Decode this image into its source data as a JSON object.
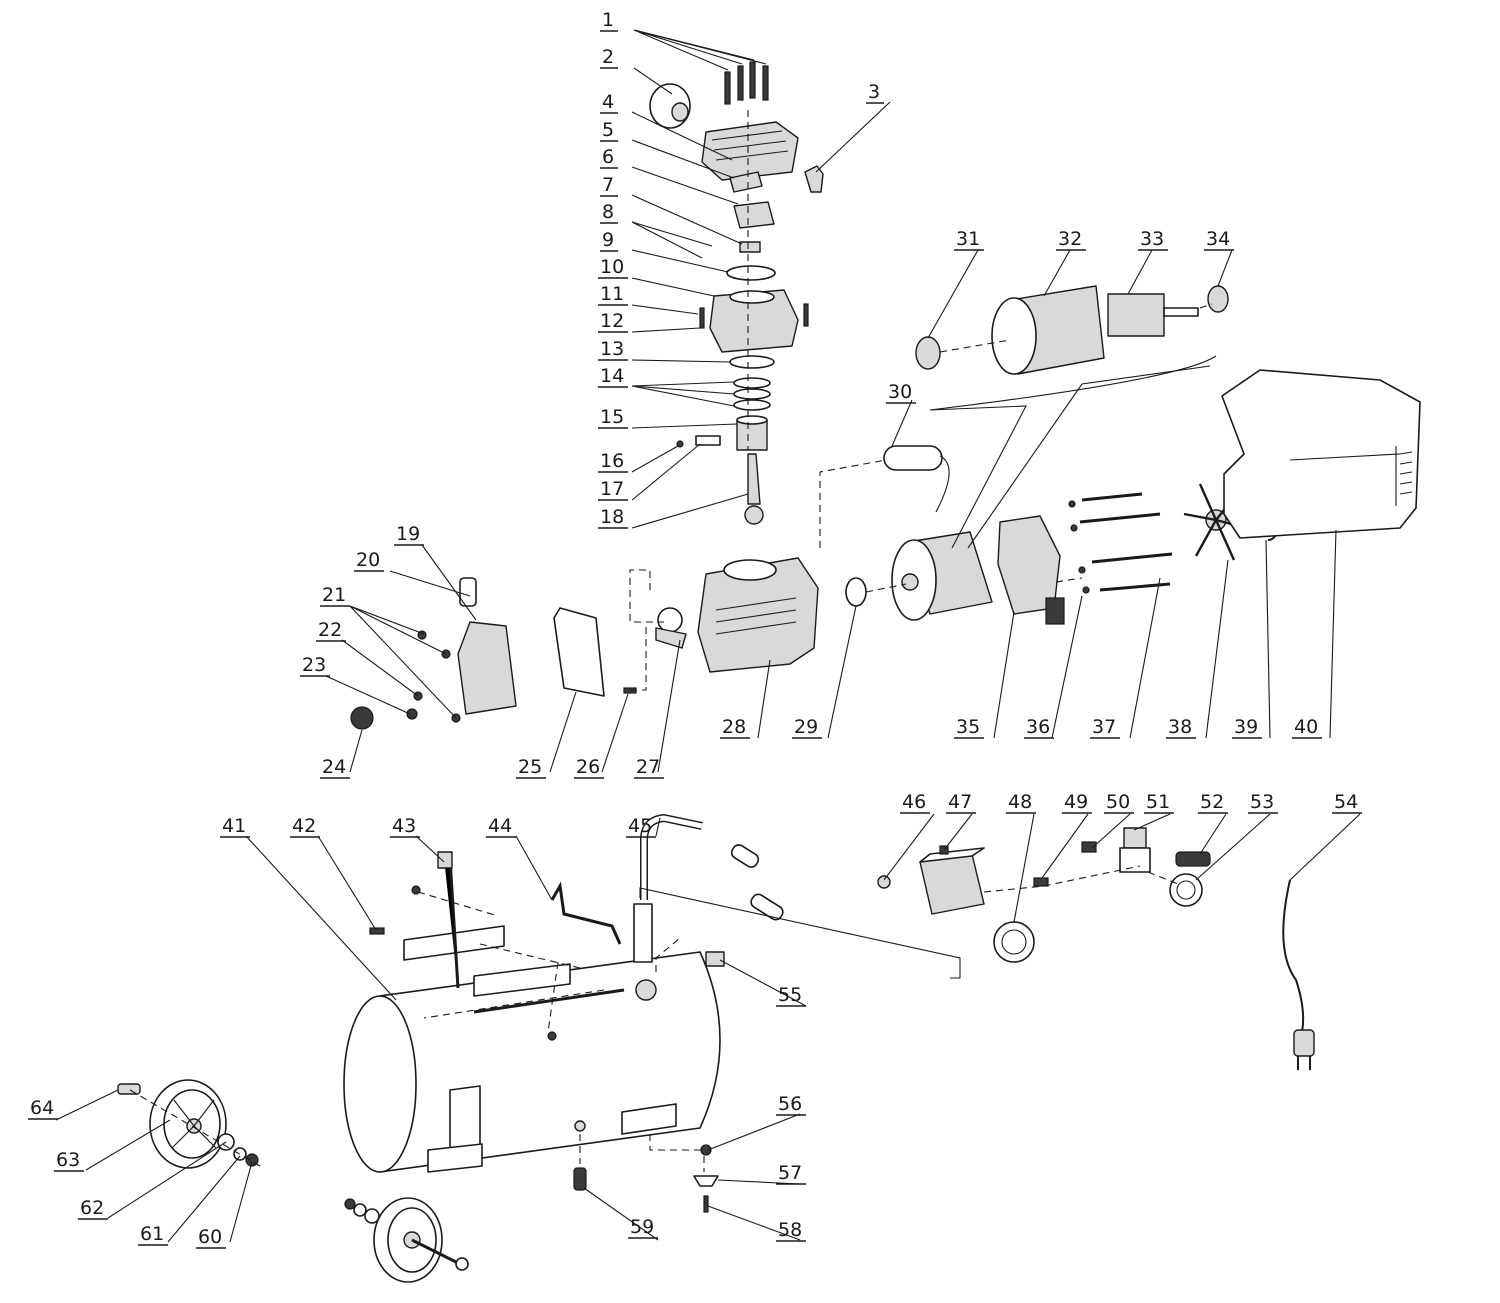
{
  "callouts": {
    "c1": "1",
    "c2": "2",
    "c3": "3",
    "c4": "4",
    "c5": "5",
    "c6": "6",
    "c7": "7",
    "c8": "8",
    "c9": "9",
    "c10": "10",
    "c11": "11",
    "c12": "12",
    "c13": "13",
    "c14": "14",
    "c15": "15",
    "c16": "16",
    "c17": "17",
    "c18": "18",
    "c19": "19",
    "c20": "20",
    "c21": "21",
    "c22": "22",
    "c23": "23",
    "c24": "24",
    "c25": "25",
    "c26": "26",
    "c27": "27",
    "c28": "28",
    "c29": "29",
    "c30": "30",
    "c31": "31",
    "c32": "32",
    "c33": "33",
    "c34": "34",
    "c35": "35",
    "c36": "36",
    "c37": "37",
    "c38": "38",
    "c39": "39",
    "c40": "40",
    "c41": "41",
    "c42": "42",
    "c43": "43",
    "c44": "44",
    "c45": "45",
    "c46": "46",
    "c47": "47",
    "c48": "48",
    "c49": "49",
    "c50": "50",
    "c51": "51",
    "c52": "52",
    "c53": "53",
    "c54": "54",
    "c55": "55",
    "c56": "56",
    "c57": "57",
    "c58": "58",
    "c59": "59",
    "c60": "60",
    "c61": "61",
    "c62": "62",
    "c63": "63",
    "c64": "64"
  }
}
